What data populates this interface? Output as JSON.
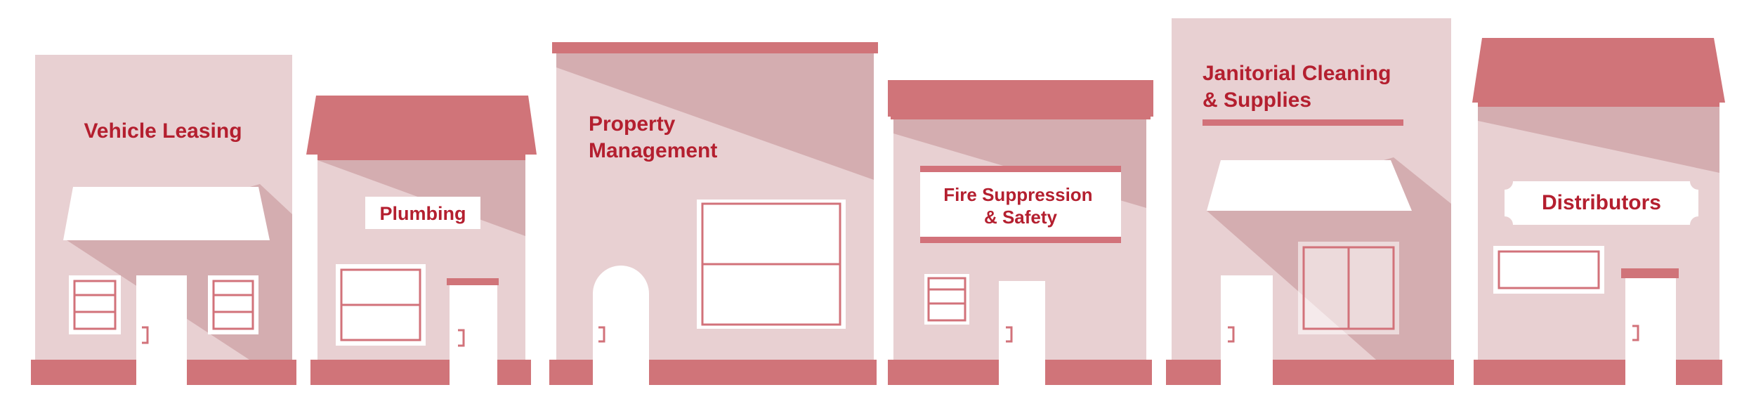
{
  "colors": {
    "background": "#ffffff",
    "wall": "#e8d0d2",
    "shadow": "#d4adb0",
    "accent": "#d07479",
    "text": "#b41f2f",
    "trim": "#d2727a",
    "glass": "#ffffff"
  },
  "buildings": [
    {
      "label": "Vehicle Leasing",
      "icon": "storefront-awning"
    },
    {
      "label": "Plumbing",
      "icon": "house-roof"
    },
    {
      "label_lines": [
        "Property",
        "Management"
      ],
      "icon": "arched-door"
    },
    {
      "label_lines": [
        "Fire Suppression",
        "& Safety"
      ],
      "icon": "sign-board"
    },
    {
      "label_lines": [
        "Janitorial Cleaning",
        "& Supplies"
      ],
      "icon": "storefront-awning"
    },
    {
      "label": "Distributors",
      "icon": "house-roof"
    }
  ]
}
